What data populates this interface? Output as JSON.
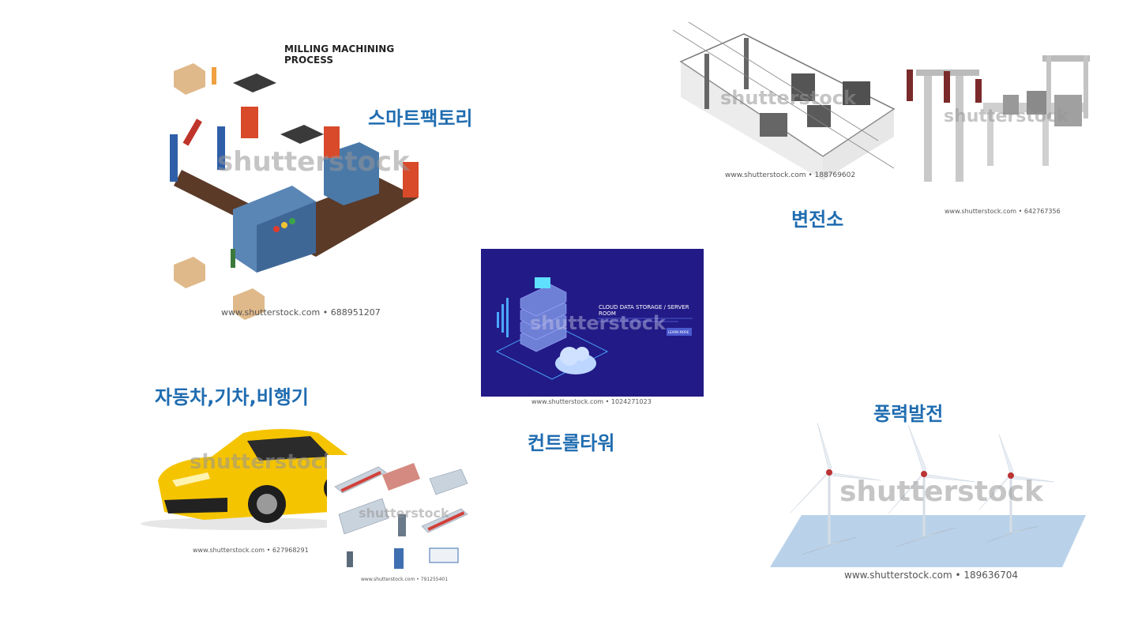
{
  "labels": {
    "smart_factory": "스마트팩토리",
    "substation": "변전소",
    "vehicles": "자동차,기차,비행기",
    "control_tower": "컨트롤타워",
    "wind_power": "풍력발전"
  },
  "factory": {
    "title": "MILLING MACHINING PROCESS",
    "credit": "www.shutterstock.com • 688951207"
  },
  "substation": {
    "credit_left": "www.shutterstock.com • 188769602",
    "credit_right": "www.shutterstock.com • 642767356"
  },
  "cloud": {
    "headline": "CLOUD DATA STORAGE / SERVER ROOM",
    "button": "LEARN MORE",
    "credit": "www.shutterstock.com • 1024271023",
    "bg_color": "#221a86"
  },
  "car": {
    "credit": "www.shutterstock.com • 627968291",
    "color": "#f5c400"
  },
  "train": {
    "credit": "www.shutterstock.com • 791255401"
  },
  "wind": {
    "credit": "www.shutterstock.com • 189636704"
  },
  "watermark": "shutterstock",
  "accent_color": "#1f6cb0"
}
